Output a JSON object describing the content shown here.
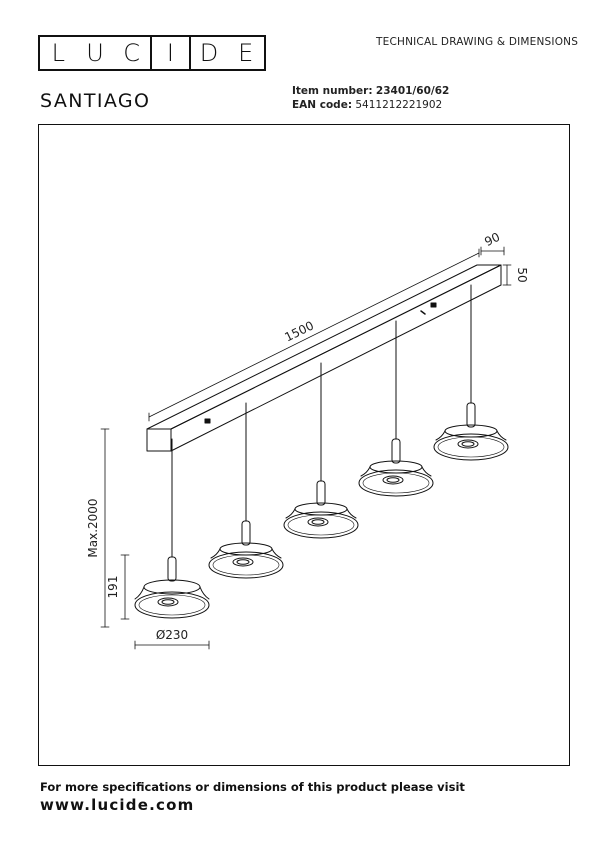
{
  "header": {
    "logo_letters": [
      "L",
      "U",
      "C",
      "I",
      "D",
      "E"
    ],
    "doc_title": "TECHNICAL DRAWING & DIMENSIONS",
    "product_name": "SANTIAGO",
    "item_label": "Item number:",
    "item_value": "23401/60/62",
    "ean_label": "EAN code:",
    "ean_value": "5411212221902"
  },
  "dimensions": {
    "length": "1500",
    "depth": "90",
    "height": "50",
    "max_height": "Max.2000",
    "shade_height": "191",
    "shade_diameter": "Ø230"
  },
  "footer": {
    "note": "For more specifications or dimensions of this product please visit",
    "url": "www.lucide.com"
  }
}
